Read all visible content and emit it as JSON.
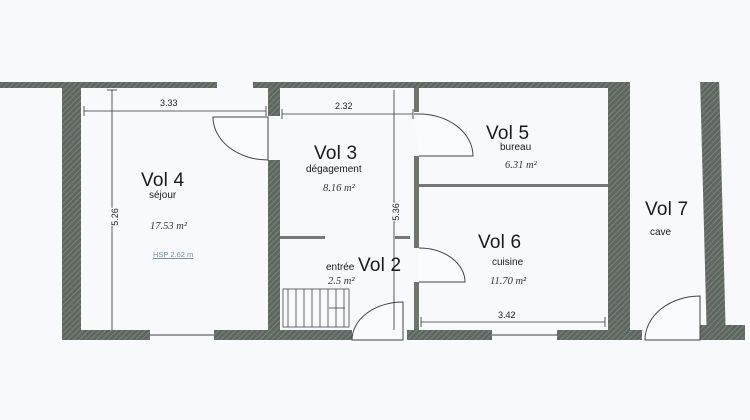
{
  "plan": {
    "colors": {
      "background": "#f7f9fb",
      "wall": "#5f6860",
      "wall_hatch": "#8a928a",
      "line": "#333333"
    },
    "rooms": [
      {
        "vol": "Vol 4",
        "name": "séjour",
        "area": "17.53 m²",
        "note": "HSP 2.62 m"
      },
      {
        "vol": "Vol 3",
        "name": "dégagement",
        "area": "8.16 m²"
      },
      {
        "vol": "Vol 2",
        "name": "entrée",
        "area": "2.5 m²"
      },
      {
        "vol": "Vol 5",
        "name": "bureau",
        "area": "6.31 m²"
      },
      {
        "vol": "Vol 6",
        "name": "cuisine",
        "area": "11.70 m²"
      },
      {
        "vol": "Vol 7",
        "name": "cave"
      }
    ],
    "dimensions": {
      "sejour_width": "3.33",
      "sejour_height": "5.26",
      "degagement_width": "2.32",
      "degagement_height": "5.36",
      "cuisine_width": "3.42"
    }
  }
}
